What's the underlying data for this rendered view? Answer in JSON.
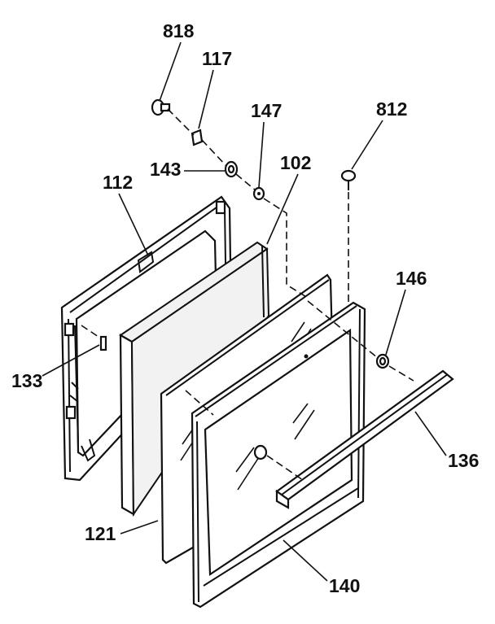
{
  "labels": {
    "p818": "818",
    "p117": "117",
    "p147": "147",
    "p812": "812",
    "p143": "143",
    "p102": "102",
    "p112": "112",
    "p146": "146",
    "p133": "133",
    "p136": "136",
    "p121": "121",
    "p140": "140"
  }
}
